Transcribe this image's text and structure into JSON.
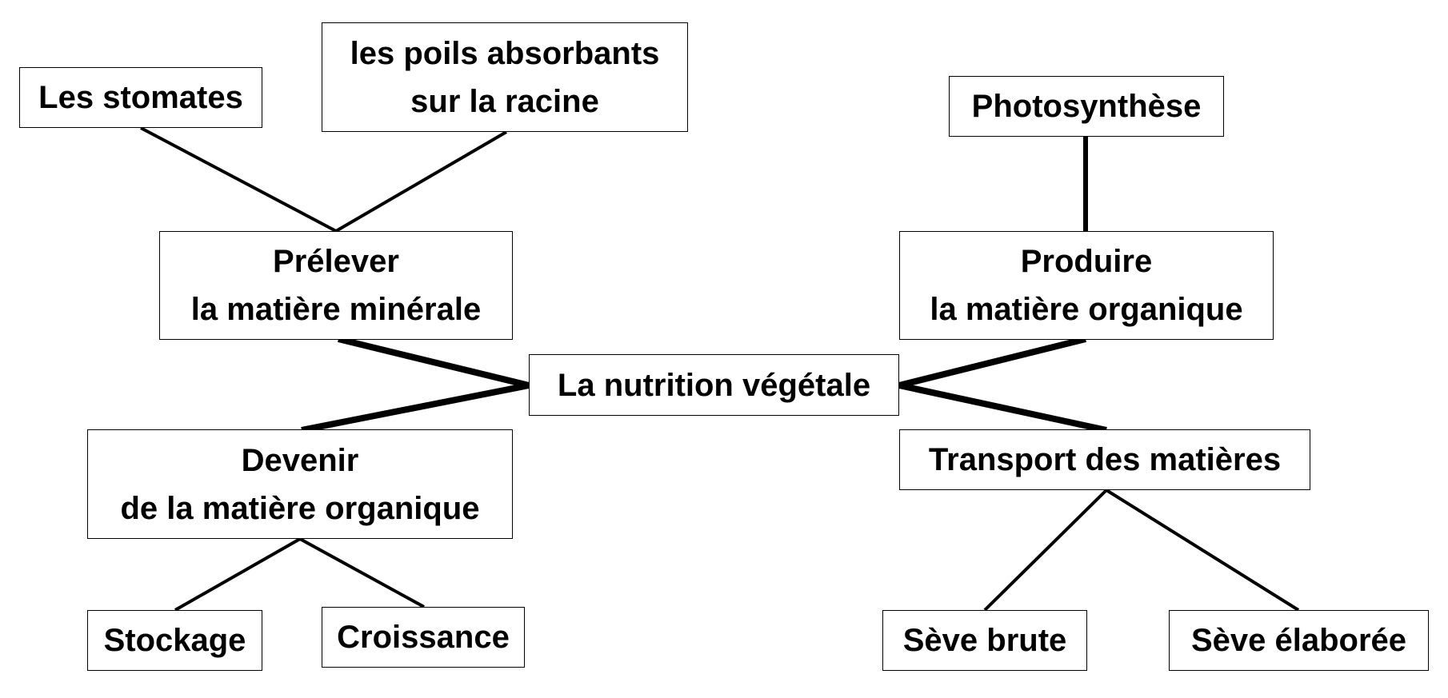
{
  "diagram": {
    "center": {
      "text": "La nutrition végétale"
    },
    "prelever": {
      "line1": "Prélever",
      "line2": "la matière minérale"
    },
    "produire": {
      "line1": "Produire",
      "line2": "la matière organique"
    },
    "devenir": {
      "line1": "Devenir",
      "line2": "de la matière organique"
    },
    "transport": {
      "text": "Transport des matières"
    },
    "stomates": {
      "text": "Les stomates"
    },
    "poils": {
      "line1": "les poils absorbants",
      "line2": "sur la racine"
    },
    "photosynthese": {
      "text": "Photosynthèse"
    },
    "stockage": {
      "text": "Stockage"
    },
    "croissance": {
      "text": "Croissance"
    },
    "seve_brute": {
      "text": "Sève brute"
    },
    "seve_elaboree": {
      "text": "Sève élaborée"
    }
  },
  "colors": {
    "line": "#000000",
    "box_border": "#000000",
    "background": "#ffffff",
    "text": "#000000"
  }
}
